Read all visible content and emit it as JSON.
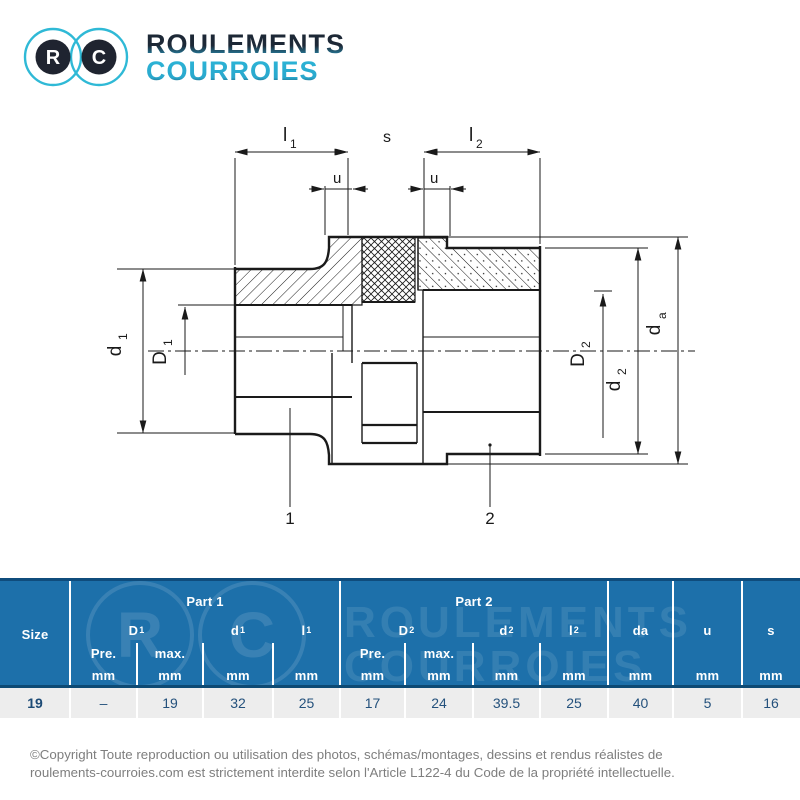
{
  "logo": {
    "letter_r": "R",
    "letter_c": "C",
    "word1": "ROULEMENTS",
    "word2": "COURROIES"
  },
  "diagram": {
    "labels": {
      "l1": {
        "t": "l",
        "s": "1"
      },
      "s": {
        "t": "s"
      },
      "l2": {
        "t": "l",
        "s": "2"
      },
      "u_left": {
        "t": "u"
      },
      "u_right": {
        "t": "u"
      },
      "d1": {
        "t": "d",
        "s": "1"
      },
      "D1": {
        "t": "D",
        "s": "1"
      },
      "D2": {
        "t": "D",
        "s": "2"
      },
      "d2": {
        "t": "d",
        "s": "2"
      },
      "da": {
        "t": "d",
        "s": "a"
      },
      "callout1": "1",
      "callout2": "2"
    }
  },
  "table": {
    "size_label": "Size",
    "groups": {
      "part1": "Part 1",
      "part2": "Part 2"
    },
    "cols": {
      "D1": {
        "t": "D",
        "s": "1"
      },
      "d1": {
        "t": "d",
        "s": "1"
      },
      "l1": {
        "t": "l",
        "s": "1"
      },
      "D2": {
        "t": "D",
        "s": "2"
      },
      "d2": {
        "t": "d",
        "s": "2"
      },
      "l2": {
        "t": "l",
        "s": "2"
      },
      "da": {
        "t": "da",
        "s": ""
      },
      "u": {
        "t": "u",
        "s": ""
      },
      "s": {
        "t": "s",
        "s": ""
      }
    },
    "pre": "Pre.",
    "max": "max.",
    "mm": "mm",
    "row": [
      "19",
      "–",
      "19",
      "32",
      "25",
      "17",
      "24",
      "39.5",
      "25",
      "40",
      "5",
      "16"
    ]
  },
  "footer": {
    "line1": "©Copyright Toute reproduction ou utilisation des photos, schémas/montages, dessins et rendus réalistes de",
    "line2": "roulements-courroies.com est strictement interdite selon l'Article L122-4 du Code de la propriété intellectuelle."
  },
  "colors": {
    "header_blue": "#1d70aa",
    "header_dark_line": "#0d4a74",
    "row_bg": "#ededed",
    "row_text": "#24517c",
    "logo_cyan": "#2fb9d6",
    "logo_dark": "#1f2430",
    "line_black": "#1a1a1a",
    "footer_gray": "#7e7e7e"
  }
}
